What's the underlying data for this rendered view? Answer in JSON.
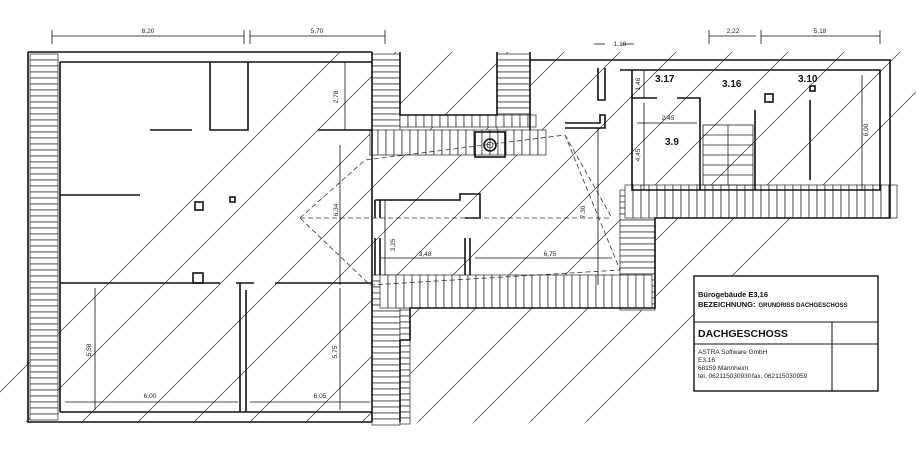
{
  "title_block": {
    "building": "Bürogebäude E3,16",
    "label_prefix": "BEZEICHNUNG:",
    "label_value": "GRUNDRISS DACHGESCHOSS",
    "floor": "DACHGESCHOSS",
    "company": "ASTRA Software GmbH",
    "street": "E3,16",
    "city": "68159 Mannheim",
    "phone": "tel. 062115030930",
    "fax": "fax. 062115030959"
  },
  "rooms": [
    "3.17",
    "3.16",
    "3.10",
    "3.9"
  ],
  "dimensions": [
    "8,20",
    "5,70",
    "1,18",
    "2,22",
    "5,18",
    "1,46",
    "2,45",
    "4,45",
    "6,00",
    "2,78",
    "6,34",
    "3,25",
    "3,48",
    "6,75",
    "7,30",
    "5,58",
    "6,00",
    "6,05",
    "5,75"
  ]
}
